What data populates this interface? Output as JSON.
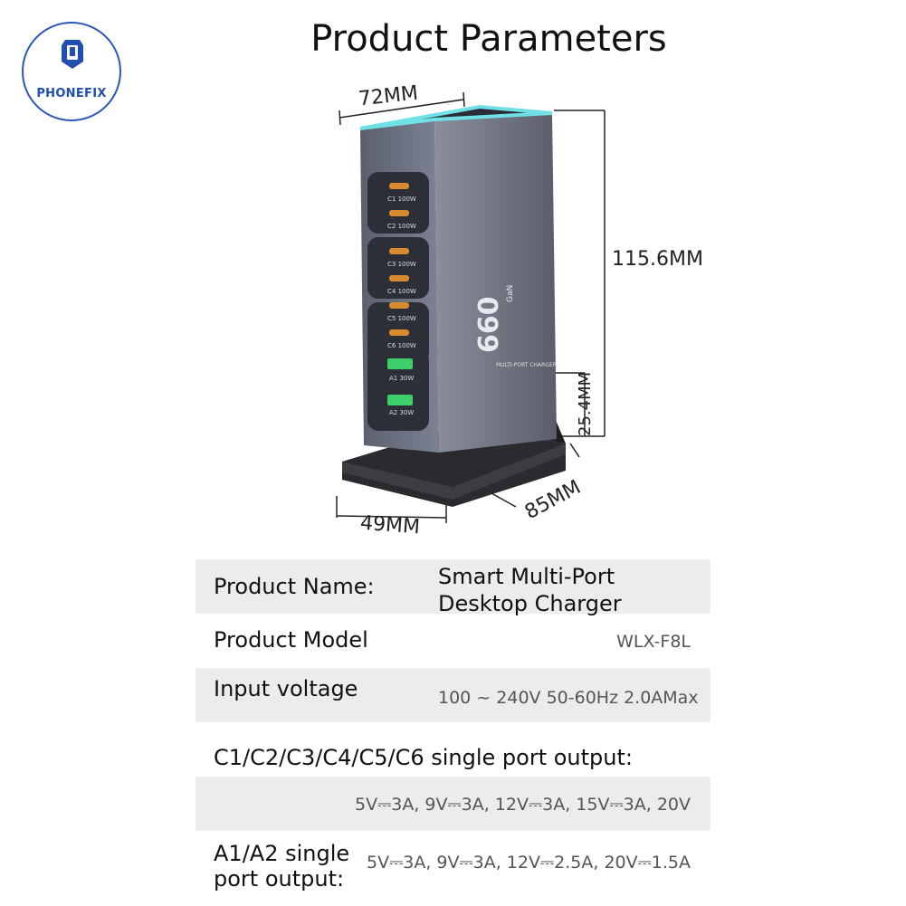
{
  "logo": {
    "brand": "PHONEFIX"
  },
  "title": "Product Parameters",
  "dimensions": {
    "width_top": "72MM",
    "height": "115.6MM",
    "stand_height": "25.4MM",
    "depth": "85MM",
    "width_bottom": "49MM"
  },
  "device": {
    "ports": [
      {
        "label": "C1 100W"
      },
      {
        "label": "C2 100W"
      },
      {
        "label": "C3 100W"
      },
      {
        "label": "C4 100W"
      },
      {
        "label": "C5 100W"
      },
      {
        "label": "C6 100W"
      },
      {
        "label": "A1 30W"
      },
      {
        "label": "A2 30W"
      }
    ],
    "badge": "660",
    "badge_sup": "GaN",
    "subtitle": "MULTI-PORT CHARGER"
  },
  "specs": {
    "name_label": "Product Name:",
    "name_value_1": "Smart Multi-Port",
    "name_value_2": "Desktop Charger",
    "model_label": "Product Model",
    "model_value": "WLX-F8L",
    "input_label": "Input voltage",
    "input_value": "100 ~ 240V 50-60Hz  2.0AMax",
    "c_label": "C1/C2/C3/C4/C5/C6 single port output:",
    "c_value": "5V⎓3A, 9V⎓3A, 12V⎓3A,  15V⎓3A, 20V",
    "a_label_1": "A1/A2 single",
    "a_label_2": "port output:",
    "a_value": "5V⎓3A, 9V⎓3A, 12V⎓2.5A, 20V⎓1.5A"
  }
}
